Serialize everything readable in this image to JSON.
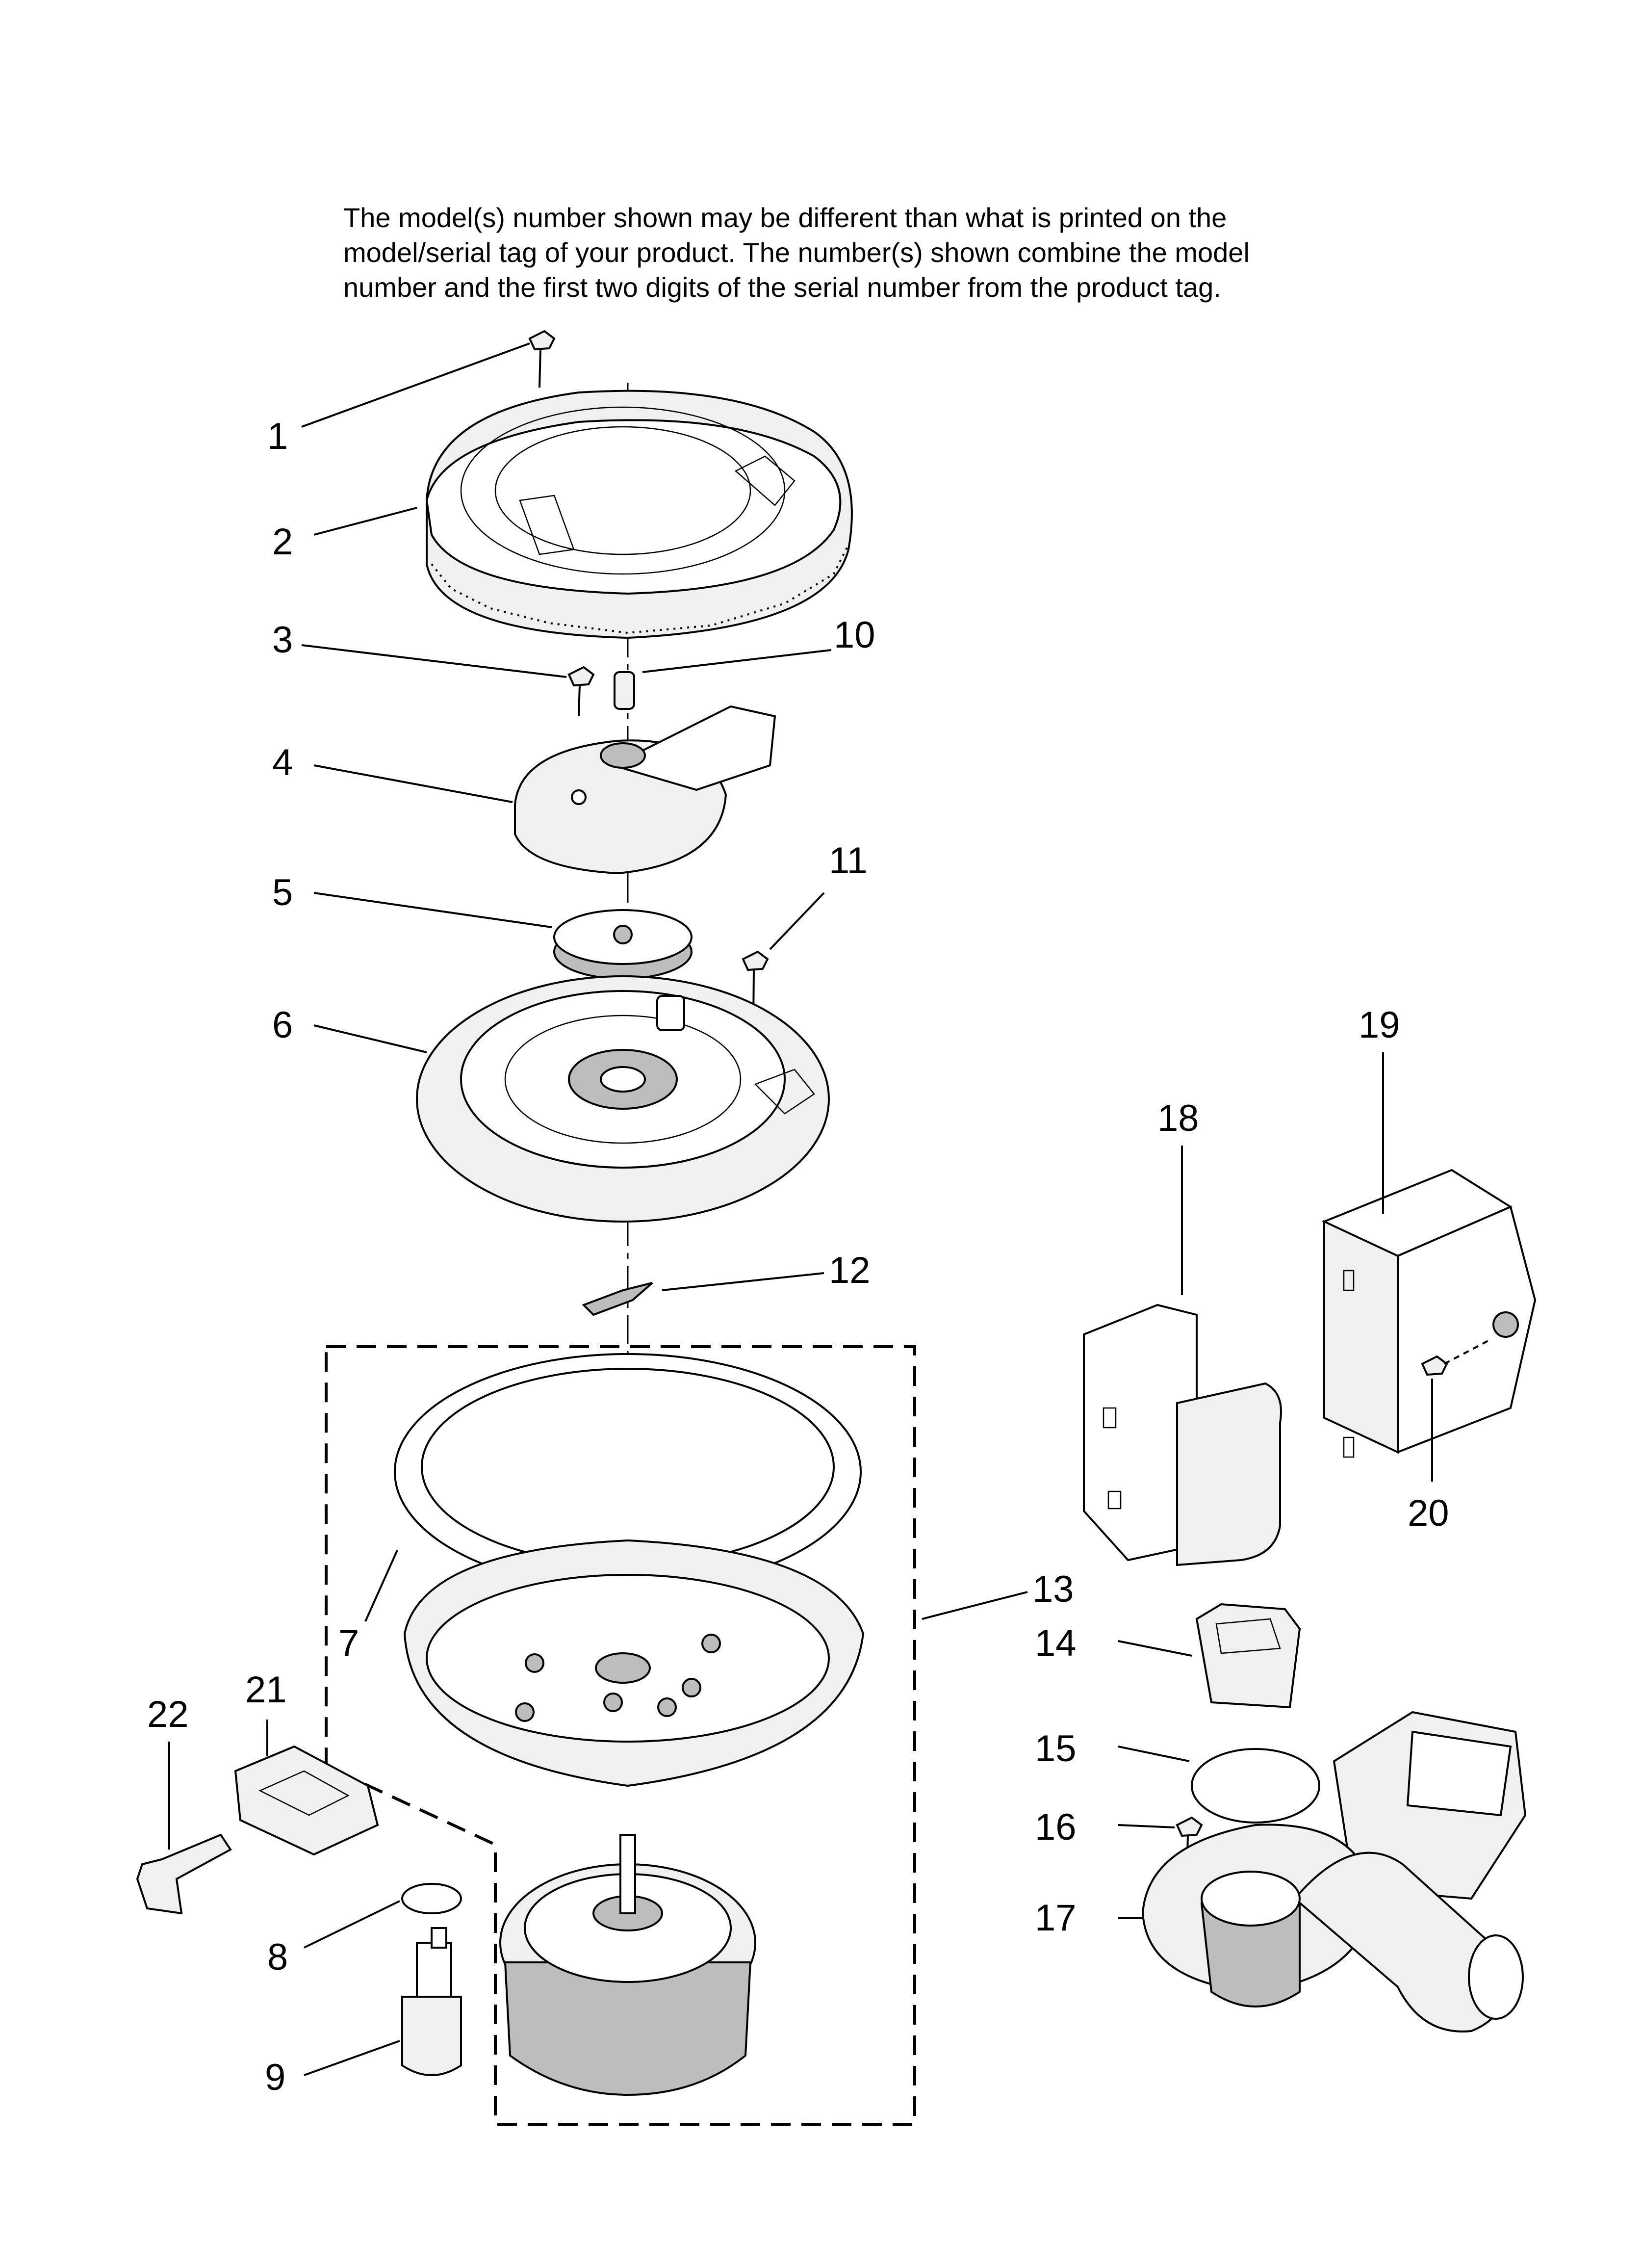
{
  "note": {
    "lines": [
      "The model(s) number shown may be different than what is printed on the",
      "model/serial tag of your product. The number(s) shown combine the model",
      "number and the first two digits of the serial number from the product tag."
    ]
  },
  "callouts": [
    "1",
    "2",
    "3",
    "4",
    "5",
    "6",
    "7",
    "8",
    "9",
    "10",
    "11",
    "12",
    "13",
    "14",
    "15",
    "16",
    "17",
    "18",
    "19",
    "20",
    "21",
    "22"
  ],
  "parts": [
    "screw",
    "filter-cover",
    "screw",
    "pump-housing",
    "impeller",
    "fan-plate",
    "seal-ring-and-sump",
    "o-ring",
    "connector",
    "shaft-cap",
    "screw",
    "gasket",
    "motor-assembly-group",
    "connector-cap",
    "o-ring",
    "screw",
    "drain-pump",
    "bracket",
    "control-box",
    "screw",
    "clip-housing",
    "lever"
  ]
}
